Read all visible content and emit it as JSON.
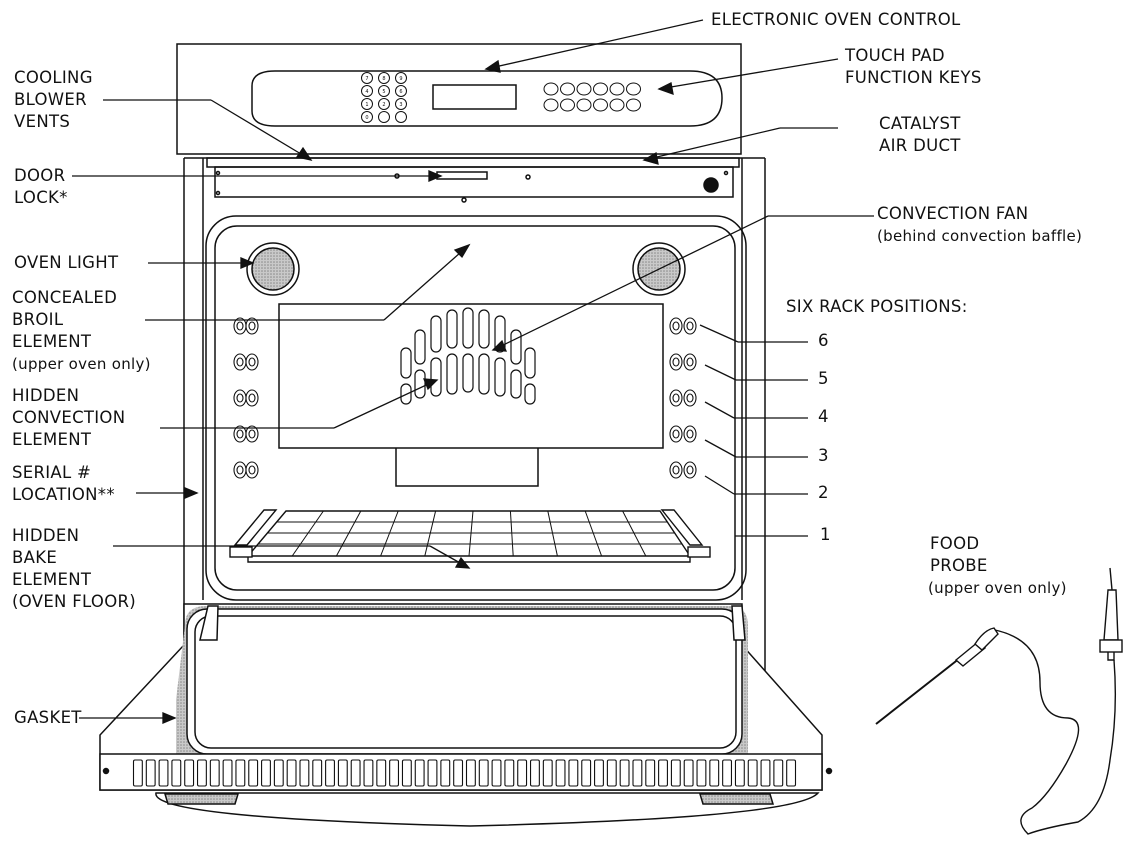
{
  "labels": {
    "electronic_oven_control": "ELECTRONIC OVEN CONTROL",
    "touch_pad_1": "TOUCH PAD",
    "touch_pad_2": "FUNCTION KEYS",
    "cooling_1": "COOLING",
    "cooling_2": "BLOWER",
    "cooling_3": "VENTS",
    "catalyst_1": "CATALYST",
    "catalyst_2": "AIR DUCT",
    "door_lock_1": "DOOR",
    "door_lock_2": "LOCK*",
    "convection_fan": "CONVECTION FAN",
    "convection_fan_note": "(behind convection baffle)",
    "oven_light": "OVEN LIGHT",
    "concealed_1": "CONCEALED",
    "concealed_2": "BROIL",
    "concealed_3": "ELEMENT",
    "concealed_4": "(upper oven only)",
    "six_rack": "SIX RACK POSITIONS:",
    "hidden_conv_1": "HIDDEN",
    "hidden_conv_2": "CONVECTION",
    "hidden_conv_3": "ELEMENT",
    "serial_1": "SERIAL #",
    "serial_2": "LOCATION**",
    "hidden_bake_1": "HIDDEN",
    "hidden_bake_2": "BAKE",
    "hidden_bake_3": "ELEMENT",
    "hidden_bake_4": "(OVEN FLOOR)",
    "food_probe_1": "FOOD",
    "food_probe_2": "PROBE",
    "food_probe_3": "(upper oven only)",
    "gasket": "GASKET"
  },
  "rack_numbers": [
    "6",
    "5",
    "4",
    "3",
    "2",
    "1"
  ],
  "keypad_digits": [
    "7",
    "8",
    "9",
    "4",
    "5",
    "6",
    "1",
    "2",
    "3",
    "0"
  ],
  "colors": {
    "ink": "#111111",
    "door_shade": "#b5b5b5",
    "paper": "#ffffff"
  }
}
